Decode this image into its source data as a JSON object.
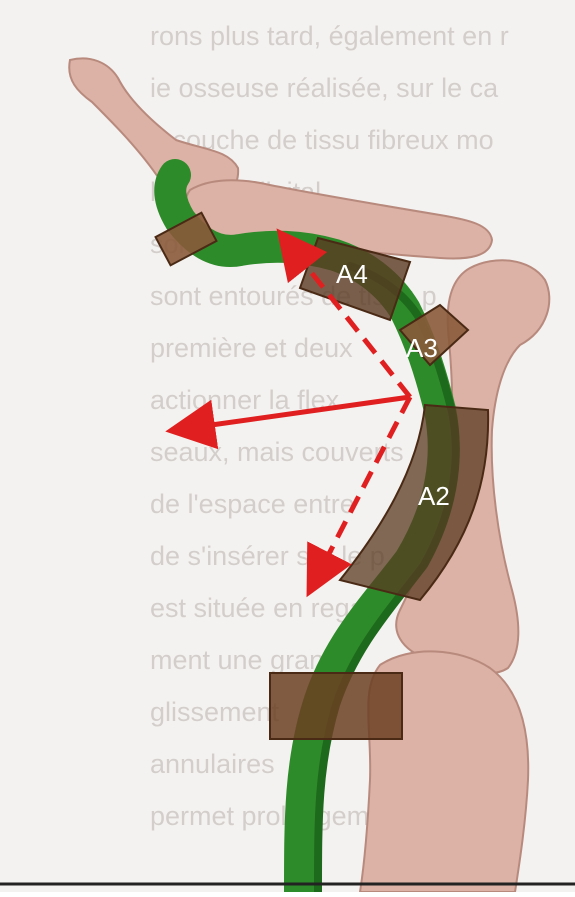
{
  "figure": {
    "labels": {
      "a4": "A4",
      "a3": "A3",
      "a2": "A2"
    },
    "background_text_lines": [
      "rons plus tard, également en r",
      "ie osseuse réalisée, sur le ca",
      "e couche de tissu fibreux mo",
      "le canal digital",
      "sont en fait pas",
      "sont entourés de tissu p",
      "première et deux",
      "actionner la flex",
      "seaux, mais couverts",
      "de l'espace entre",
      "de s'insérer sur le p",
      "est située en regard",
      "ment une grande",
      "glissement",
      "annulaires",
      "permet prolongement"
    ],
    "colors": {
      "page": "#f4f2f0",
      "bone": "#dbb2a5",
      "bone_shadow": "#b88a7e",
      "tendon": "#2e8b2a",
      "tendon_dark": "#1e6a1c",
      "pulley": "#5a3a22",
      "pulley_light": "#8a5a3a",
      "arrow": "#e02020",
      "label": "#ffffff",
      "text_ghost": "#b9b2ad"
    }
  }
}
